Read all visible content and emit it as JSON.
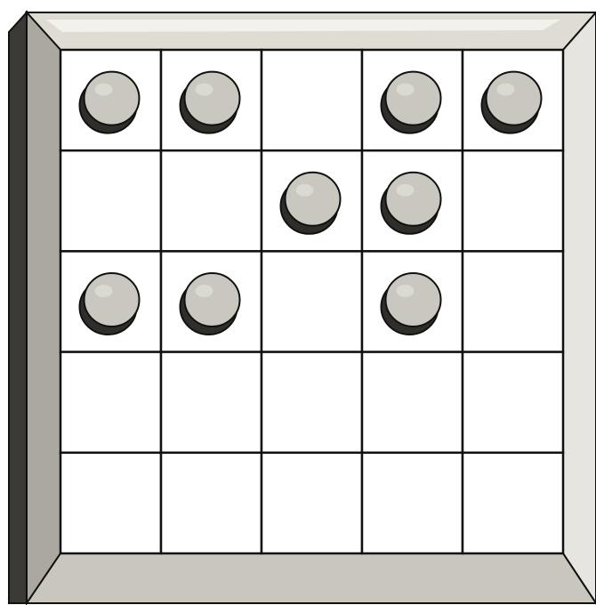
{
  "board": {
    "rows": 5,
    "cols": 5,
    "pieces": [
      [
        1,
        1,
        0,
        1,
        1
      ],
      [
        0,
        0,
        1,
        1,
        0
      ],
      [
        1,
        1,
        0,
        1,
        0
      ],
      [
        0,
        0,
        0,
        0,
        0
      ],
      [
        0,
        0,
        0,
        0,
        0
      ]
    ]
  },
  "colors": {
    "frame_top": "#dedcd3",
    "frame_top_highlight": "#f2f1ec",
    "frame_left": "#aba99f",
    "frame_left_outer": "#3b3a35",
    "frame_bottom": "#c8c6bd",
    "frame_right": "#e6e5df",
    "cell_fill": "#ffffff",
    "grid_line": "#111111",
    "piece_face": "#c9c7bf",
    "piece_side": "#2f2e2a",
    "piece_highlight": "#e8e7e1",
    "outline": "#111111"
  }
}
